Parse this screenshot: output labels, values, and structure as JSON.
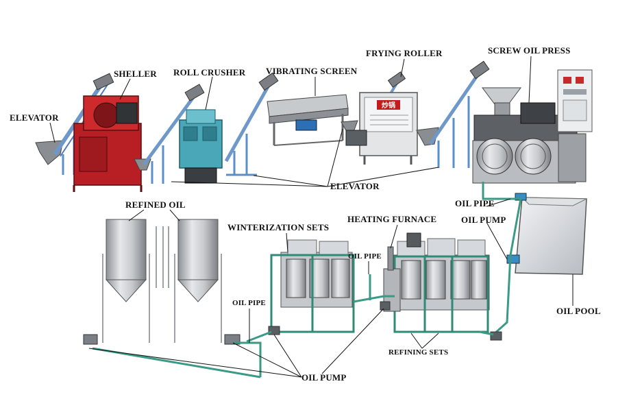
{
  "diagram": {
    "labels": {
      "elevator_left": "ELEVATOR",
      "sheller": "SHELLER",
      "roll_crusher": "ROLL CRUSHER",
      "vibrating_screen": "VIBRATING SCREEN",
      "frying_roller": "FRYING ROLLER",
      "screw_oil_press": "SCREW OIL PRESS",
      "elevator_bottom": "ELEVATOR",
      "refined_oil": "REFINED OIL",
      "winterization_sets": "WINTERIZATION SETS",
      "heating_furnace": "HEATING FURNACE",
      "oil_pipe_right": "OIL PIPE",
      "oil_pump_right": "OIL PUMP",
      "oil_pipe_middle": "OIL PIPE",
      "oil_pipe_left": "OIL PIPE",
      "oil_pool": "OIL POOL",
      "refining_sets": "REFINING SETS",
      "oil_pump_bottom": "OIL PUMP"
    },
    "roaster_sign": "炒锅",
    "colors": {
      "sheller_red": "#c0282a",
      "crusher_teal": "#4aa7b8",
      "frame_blue": "#5b8fc9",
      "steel": "#b9bcc0",
      "pipe_teal": "#3a9a86",
      "roaster_sign_red": "#c21c1c"
    }
  }
}
